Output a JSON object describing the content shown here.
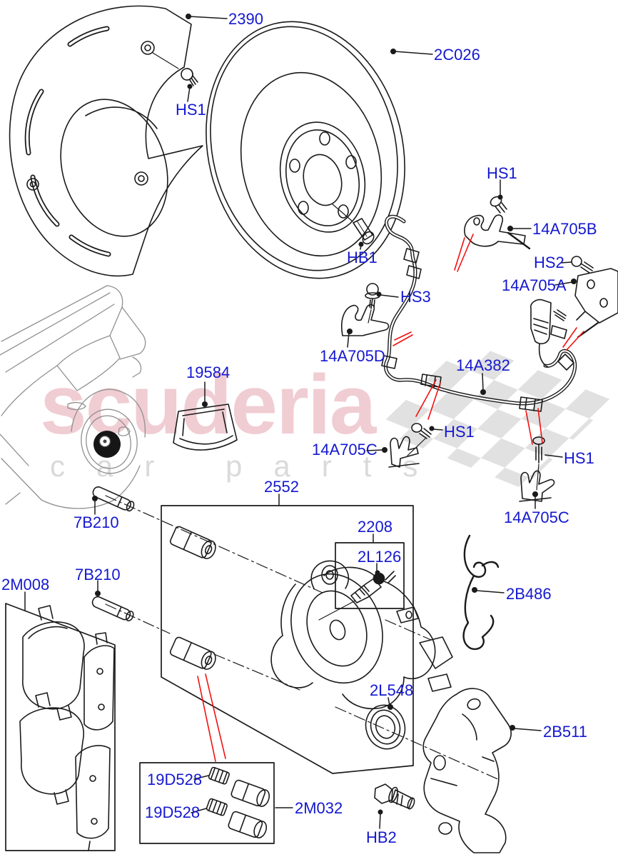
{
  "watermark": {
    "brand": "scuderia",
    "tagline": "car parts",
    "brand_color": "#f0cdd3",
    "tagline_color": "#dadada",
    "checker_color": "#dcdcdc"
  },
  "palette": {
    "label_blue": "#1418cf",
    "line_black": "#1a1a1a",
    "pointer_red": "#f2100e",
    "car_gray": "#909090"
  },
  "diagram": {
    "type": "exploded-parts-diagram",
    "subject": "rear brake disc, caliper, pads, hoses and brackets",
    "labels": [
      {
        "part": "2390",
        "text": "2390"
      },
      {
        "part": "HS1-a",
        "text": "HS1"
      },
      {
        "part": "2C026",
        "text": "2C026"
      },
      {
        "part": "HB1",
        "text": "HB1"
      },
      {
        "part": "HS1-b",
        "text": "HS1"
      },
      {
        "part": "14A705B",
        "text": "14A705B"
      },
      {
        "part": "HS2",
        "text": "HS2"
      },
      {
        "part": "14A705A",
        "text": "14A705A"
      },
      {
        "part": "HS3",
        "text": "HS3"
      },
      {
        "part": "14A705D",
        "text": "14A705D"
      },
      {
        "part": "14A382",
        "text": "14A382"
      },
      {
        "part": "19584",
        "text": "19584"
      },
      {
        "part": "HS1-c",
        "text": "HS1"
      },
      {
        "part": "14A705C-left",
        "text": "14A705C"
      },
      {
        "part": "HS1-d",
        "text": "HS1"
      },
      {
        "part": "14A705C-right",
        "text": "14A705C"
      },
      {
        "part": "2552",
        "text": "2552"
      },
      {
        "part": "2208",
        "text": "2208"
      },
      {
        "part": "2L126",
        "text": "2L126"
      },
      {
        "part": "7B210-a",
        "text": "7B210"
      },
      {
        "part": "7B210-b",
        "text": "7B210"
      },
      {
        "part": "2M008",
        "text": "2M008"
      },
      {
        "part": "2B486",
        "text": "2B486"
      },
      {
        "part": "2L548",
        "text": "2L548"
      },
      {
        "part": "2B511",
        "text": "2B511"
      },
      {
        "part": "19D528-a",
        "text": "19D528"
      },
      {
        "part": "19D528-b",
        "text": "19D528"
      },
      {
        "part": "2M032",
        "text": "2M032"
      },
      {
        "part": "HB2",
        "text": "HB2"
      }
    ]
  }
}
